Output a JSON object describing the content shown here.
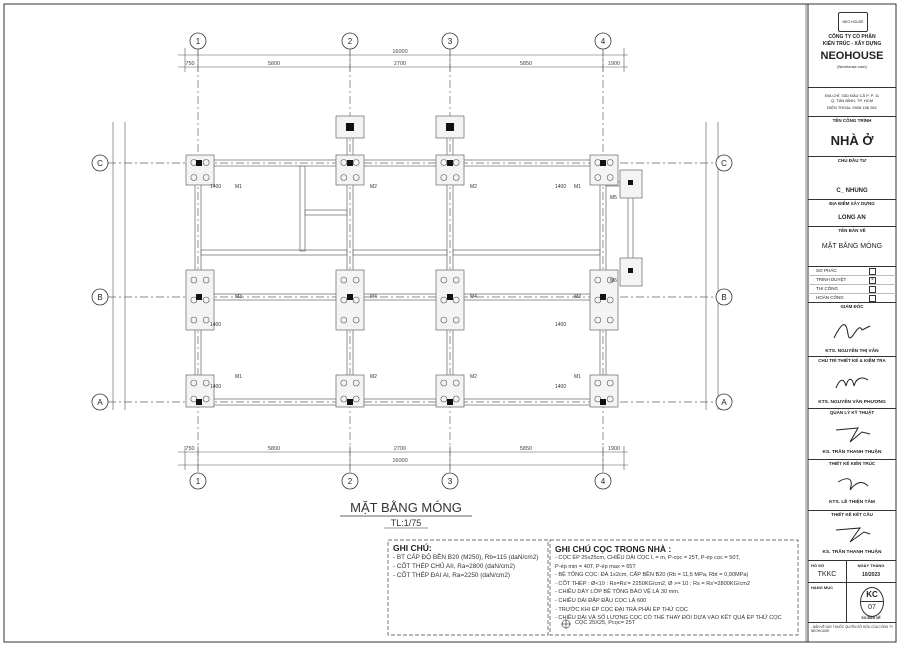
{
  "drawing": {
    "grid_x": [
      "1",
      "2",
      "3",
      "4"
    ],
    "grid_y": [
      "C",
      "B",
      "A"
    ],
    "dims_top_outer": [
      "750",
      "5800",
      "2700",
      "5850",
      "1900"
    ],
    "dims_top_total": "16000",
    "dims_bottom_outer": [
      "750",
      "5800",
      "2700",
      "5850",
      "1900"
    ],
    "dims_bottom_total": "16000",
    "footing_dim": "1400",
    "footing_marks": [
      "M1",
      "M2",
      "M3",
      "M4",
      "M5",
      "M6"
    ],
    "title": "MẶT BẰNG MÓNG",
    "scale": "TL:1/75"
  },
  "notes": {
    "general_title": "GHI CHÚ:",
    "general_lines": [
      "- BT CẤP ĐỘ BỀN B20 (M250), Rb=115 (daN/cm2)",
      "- CỐT THÉP CHỦ AII, Ra=2800 (daN/cm2)",
      "- CỐT THÉP ĐAI AI, Ra=2250 (daN/cm2)"
    ],
    "pile_title": "GHI CHÚ CỌC TRONG NHÀ :",
    "pile_lines": [
      "- CỌC ÉP 25x25cm, CHIỀU DÀI CỌC L = m, P-cọc = 25T, P-ép cọc = 50T,",
      "  P-ép min = 40T, P-ép max = 65T",
      "- BÊ TÔNG CỌC: ĐÁ 1x2cm, CẤP BỀN B20 (Rb = 11,5 MPa, Rbt = 0,90MPa)",
      "- CỐT THÉP : Ø<10 : Rs=Rs'= 2250KG/cm2, Ø >= 10 : Rs = Rs'=2800KG/cm2",
      "- CHIỀU DÀY LỚP BÊ TÔNG BẢO VỆ LÀ 30 mm.",
      "- CHIỀU DÀI ĐẬP ĐẦU CỌC LÀ 600",
      "- TRƯỚC KHI ÉP CỌC ĐẠI TRÀ PHẢI ÉP THỬ CỌC",
      "- CHIỀU DÀI VÀ SỐ LƯỢNG CỌC CÓ THỂ THAY ĐỔI DỰA VÀO KẾT QUẢ ÉP THỬ CỌC"
    ],
    "pile_legend": "CỌC 25X25, Pcọc= 25T"
  },
  "title_block": {
    "logo_text": "NEO HOUSE",
    "company_line1": "CÔNG TY CỔ PHẦN",
    "company_line2": "KIẾN TRÚC - XÂY DỰNG",
    "company_name": "NEOHOUSE",
    "website": "(Neohouse.com)",
    "address1": "ĐỊA CHỈ: 33D ĐẦU CẢ P, P. 11",
    "address2": "Q. TÂN BÌNH, TP. HCM",
    "phone": "ĐIỆN THOẠI: 0908 158 282",
    "project_label": "TÊN CÔNG TRÌNH",
    "project_name": "NHÀ Ở",
    "owner_label": "CHỦ ĐẦU TƯ",
    "owner_name": "C_ NHUNG",
    "location_label": "ĐỊA ĐIỂM XÂY DỰNG",
    "location": "LONG AN",
    "sheet_label": "TÊN BẢN VẼ",
    "sheet_name": "MẶT BẰNG MÓNG",
    "stages": [
      {
        "label": "SƠ PHÁC",
        "checked": false
      },
      {
        "label": "TRÌNH DUYỆT",
        "checked": true
      },
      {
        "label": "THI CÔNG",
        "checked": false
      },
      {
        "label": "HOÀN CÔNG",
        "checked": false
      }
    ],
    "signatures": [
      {
        "role": "GIÁM ĐỐC",
        "name": "KTS. NGUYỄN THỊ VÂN"
      },
      {
        "role": "CHỦ TRÌ THIẾT KẾ & KIỂM TRA",
        "name": "KTS. NGUYỄN VĂN PHƯƠNG"
      },
      {
        "role": "QUẢN LÝ KỸ THUẬT",
        "name": "KS. TRẦN THANH THUẬN"
      },
      {
        "role": "THIẾT KẾ KIẾN TRÚC",
        "name": "KTS. LÊ THIỆN TÂM"
      },
      {
        "role": "THIẾT KẾ KẾT CẤU",
        "name": "KS. TRẦN THANH THUẬN"
      }
    ],
    "file_label": "HỒ SƠ",
    "file_value": "TKKC",
    "date_label": "NGÀY THÁNG",
    "date_value": "10/2023",
    "category_label": "HẠNG MỤC",
    "sheet_no_label": "SỐ BẢN VẼ",
    "sheet_code": "KC",
    "sheet_number": "07",
    "footer_note": "- BẢN VẼ NÀY THUỘC QUYỀN SỞ HỮU CỦA CÔNG TY NEOHOUSE"
  }
}
